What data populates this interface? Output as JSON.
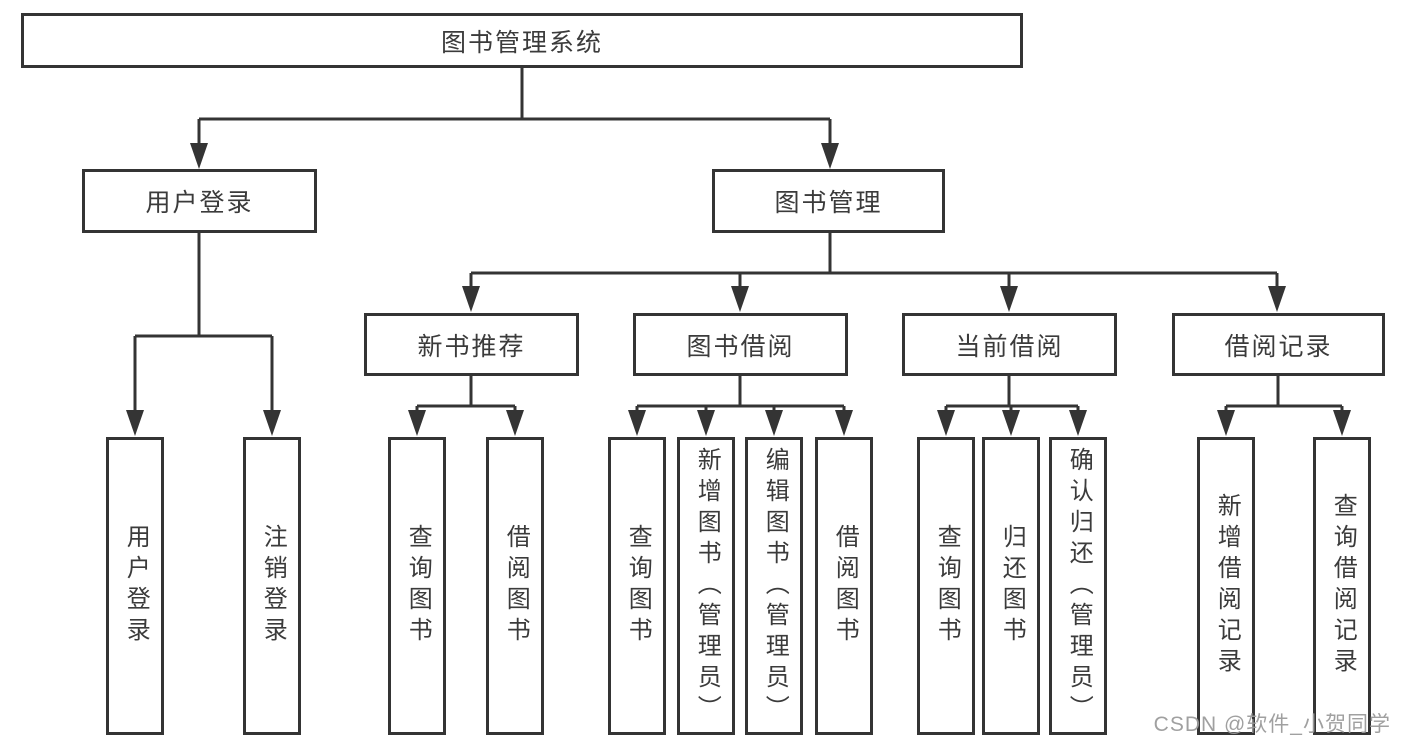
{
  "diagram": {
    "title": "图书管理系统",
    "root": {
      "label": "图书管理系统"
    },
    "branches": [
      {
        "label": "用户登录",
        "children": [
          {
            "label": "用户登录"
          },
          {
            "label": "注销登录"
          }
        ]
      },
      {
        "label": "图书管理",
        "children": [
          {
            "label": "新书推荐",
            "children": [
              {
                "label": "查询图书"
              },
              {
                "label": "借阅图书"
              }
            ]
          },
          {
            "label": "图书借阅",
            "children": [
              {
                "label": "查询图书"
              },
              {
                "label": "新增图书（管理员）"
              },
              {
                "label": "编辑图书（管理员）"
              },
              {
                "label": "借阅图书"
              }
            ]
          },
          {
            "label": "当前借阅",
            "children": [
              {
                "label": "查询图书"
              },
              {
                "label": "归还图书"
              },
              {
                "label": "确认归还（管理员）"
              }
            ]
          },
          {
            "label": "借阅记录",
            "children": [
              {
                "label": "新增借阅记录"
              },
              {
                "label": "查询借阅记录"
              }
            ]
          }
        ]
      }
    ],
    "watermark": {
      "text": "CSDN @软件_小贺同学"
    },
    "colors": {
      "line": "#343434",
      "box_border": "#343434",
      "text": "#3b3b3b",
      "watermark": "#9b9b9b",
      "background": "#ffffff"
    }
  }
}
